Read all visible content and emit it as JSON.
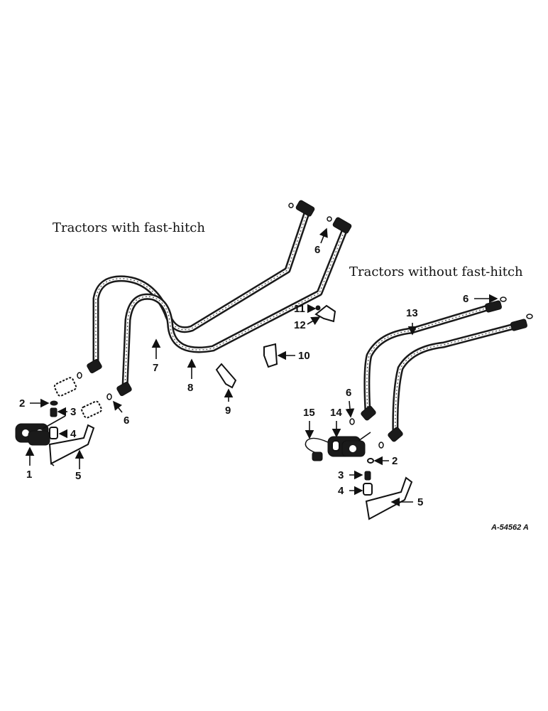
{
  "captions": {
    "with_fast_hitch": "Tractors with fast-hitch",
    "without_fast_hitch": "Tractors without fast-hitch"
  },
  "reference_number": "A-54562 A",
  "callouts_left": {
    "c1": "1",
    "c2": "2",
    "c3": "3",
    "c4": "4",
    "c5": "5",
    "c6a": "6",
    "c6b": "6",
    "c7": "7",
    "c8": "8",
    "c9": "9",
    "c10": "10",
    "c11": "11",
    "c12": "12"
  },
  "callouts_right": {
    "c2": "2",
    "c3": "3",
    "c4": "4",
    "c5": "5",
    "c6a": "6",
    "c6b": "6",
    "c13": "13",
    "c14": "14",
    "c15": "15"
  }
}
